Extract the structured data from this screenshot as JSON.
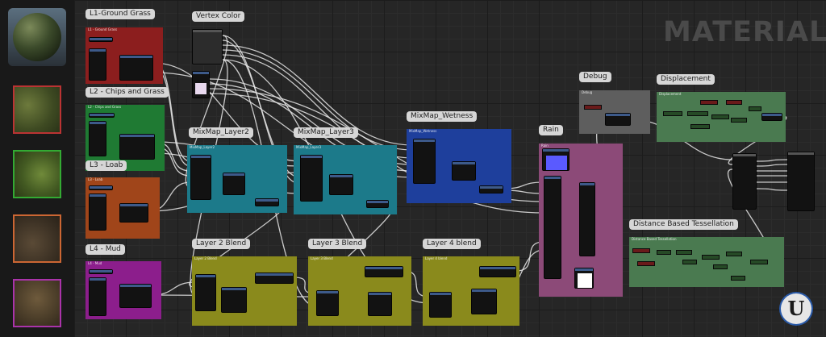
{
  "sidebar": {
    "thumbnails": [
      {
        "name": "preview-sphere"
      },
      {
        "name": "ground-grass-texture",
        "border": "#b33"
      },
      {
        "name": "chips-and-grass-texture",
        "border": "#3a3"
      },
      {
        "name": "loab-texture",
        "border": "#c63"
      },
      {
        "name": "mud-texture",
        "border": "#a3a"
      }
    ]
  },
  "watermark": "MATERIAL",
  "logo": "U",
  "comments": {
    "l1": {
      "title": "L1 - Ground Grass",
      "bubble": "L1-Ground Grass",
      "color": "#8c1e1e"
    },
    "l2": {
      "title": "L2 - Chips and Grass",
      "bubble": "L2 - Chips and Grass",
      "color": "#1f7a33"
    },
    "l3": {
      "title": "L3 - Loab",
      "bubble": "L3 - Loab",
      "color": "#a0451a"
    },
    "l4": {
      "title": "L4 - Mud",
      "bubble": "L4 - Mud",
      "color": "#8c1e8c"
    },
    "vertex_color": {
      "bubble": "Vertex Color"
    },
    "mixmap_layer2": {
      "title": "MixMap_Layer2",
      "bubble": "MixMap_Layer2",
      "color": "#1c7a8a"
    },
    "mixmap_layer3": {
      "title": "MixMap_Layer3",
      "bubble": "MixMap_Layer3",
      "color": "#1c7a8a"
    },
    "mixmap_wetness": {
      "title": "MixMap_Wetness",
      "bubble": "MixMap_Wetness",
      "color": "#1e3f9c"
    },
    "layer2_blend": {
      "title": "Layer 2 Blend",
      "bubble": "Layer 2 Blend",
      "color": "#8a8a1c"
    },
    "layer3_blend": {
      "title": "Layer 3 Blend",
      "bubble": "Layer 3 Blend",
      "color": "#8a8a1c"
    },
    "layer4_blend": {
      "title": "Layer 4 blend",
      "bubble": "Layer 4 blend",
      "color": "#8a8a1c"
    },
    "rain": {
      "title": "Rain",
      "bubble": "Rain",
      "color": "#8c4a78"
    },
    "debug": {
      "title": "Debug",
      "bubble": "Debug",
      "color": "#5e5e5e"
    },
    "displacement": {
      "title": "Displacement",
      "bubble": "Displacement",
      "color": "#4a7a50"
    },
    "tessellation": {
      "title": "Distance Based Tessellation",
      "bubble": "Distance Based Tessellation",
      "color": "#4a7a50"
    }
  }
}
